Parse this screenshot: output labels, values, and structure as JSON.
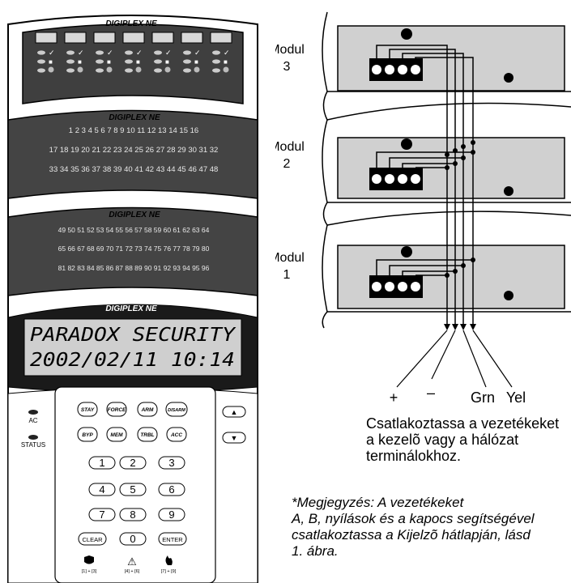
{
  "keypad": {
    "brand_logo": "DIGIPLEX NE",
    "zone_panel_1_rows": [
      "1 2 3 4 5 6 7 8 9 10 11 12 13 14 15 16",
      "17 18 19 20 21 22 23 24 25 26 27 28 29 30 31 32",
      "33 34 35 36 37 38 39 40 41 42 43 44 45 46 47 48"
    ],
    "zone_panel_2_rows": [
      "49 50 51 52 53 54 55 56 57 58 59 60 61 62 63 64",
      "65 66 67 68 69 70 71 72 73 74 75 76 77 78 79 80",
      "81 82 83 84 85 86 87 88 89 90 91 92 93 94 95 96"
    ],
    "lcd_line_1": "PARADOX SECURITY",
    "lcd_line_2": "2002/02/11    10:14",
    "indicator_ac": "AC",
    "indicator_status": "STATUS",
    "function_keys": [
      "STAY",
      "FORCE",
      "ARM",
      "DISARM",
      "BYP",
      "MEM",
      "TRBL",
      "ACC"
    ],
    "number_keys": [
      "1",
      "2",
      "3",
      "4",
      "5",
      "6",
      "7",
      "8",
      "9"
    ],
    "key_clear": "CLEAR",
    "key_zero": "0",
    "key_enter": "ENTER",
    "panic_labels": [
      "[1] + [3]",
      "[4] + [6]",
      "[7] + [9]"
    ]
  },
  "wiring": {
    "modules": [
      {
        "label_line1": "Modul",
        "label_line2": "3"
      },
      {
        "label_line1": "Modul",
        "label_line2": "2"
      },
      {
        "label_line1": "Modul",
        "label_line2": "1"
      }
    ],
    "wire_labels": [
      "+",
      "–",
      "Grn",
      "Yel"
    ],
    "caption_lines": [
      "Csatlakoztassa a vezetékeket",
      "a kezelõ vagy a hálózat",
      "terminálokhoz."
    ]
  },
  "note_lines": [
    "*Megjegyzés: A vezetékeket",
    "A, B, nyílások és a kapocs segítségével",
    "csatlakoztassa a Kijelzõ hátlapján, lásd",
    "1. ábra."
  ]
}
